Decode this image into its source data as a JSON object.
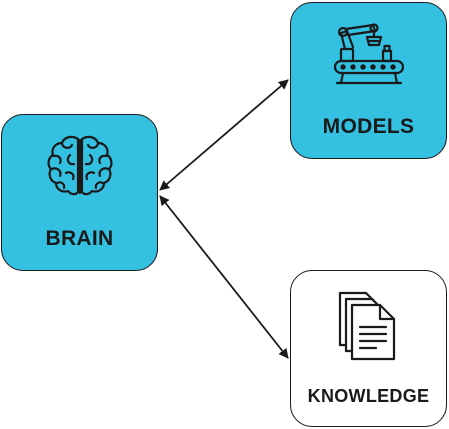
{
  "colors": {
    "filled_node": "#34c0e0",
    "empty_node": "#ffffff",
    "stroke": "#1a1a1a"
  },
  "nodes": {
    "brain": {
      "label": "BRAIN",
      "icon": "brain-icon"
    },
    "models": {
      "label": "MODELS",
      "icon": "robotic-assembly-line-icon"
    },
    "knowledge": {
      "label": "KNOWLEDGE",
      "icon": "documents-stack-icon"
    }
  },
  "connections": [
    {
      "from": "brain",
      "to": "models",
      "direction": "bidirectional"
    },
    {
      "from": "brain",
      "to": "knowledge",
      "direction": "bidirectional"
    }
  ]
}
